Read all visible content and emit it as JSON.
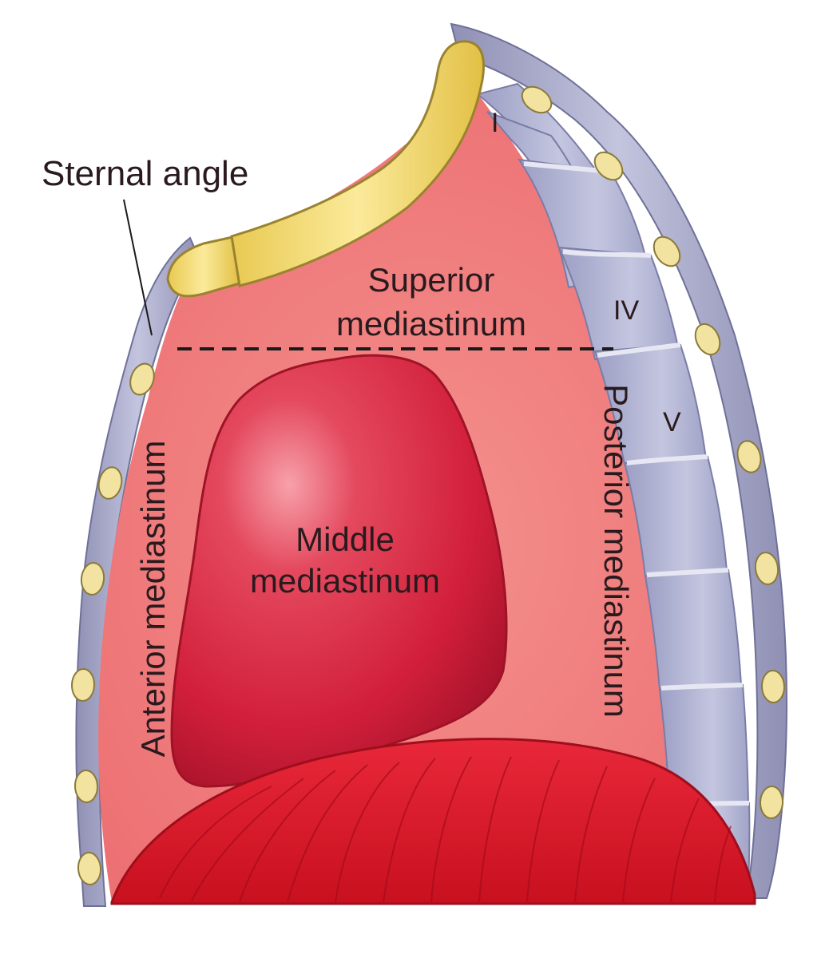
{
  "labels": {
    "sternal_angle": "Sternal angle",
    "superior_line1": "Superior",
    "superior_line2": "mediastinum",
    "middle_line1": "Middle",
    "middle_line2": "mediastinum",
    "anterior": "Anterior mediastinum",
    "posterior": "Posterior mediastinum",
    "vertebra_1": "I",
    "vertebra_4": "IV",
    "vertebra_5": "V"
  },
  "colors": {
    "mediastinum_bg": "#f07c7c",
    "heart": "#d8233e",
    "diaphragm": "#e01c2c",
    "sternum": "#f2dc78",
    "vertebrae": "#b4b6d4",
    "chest_wall": "#a9aac8",
    "rib_cartilage": "#f3e3a0"
  },
  "icons": {
    "rib_cross_section": "rib-section-icon"
  }
}
